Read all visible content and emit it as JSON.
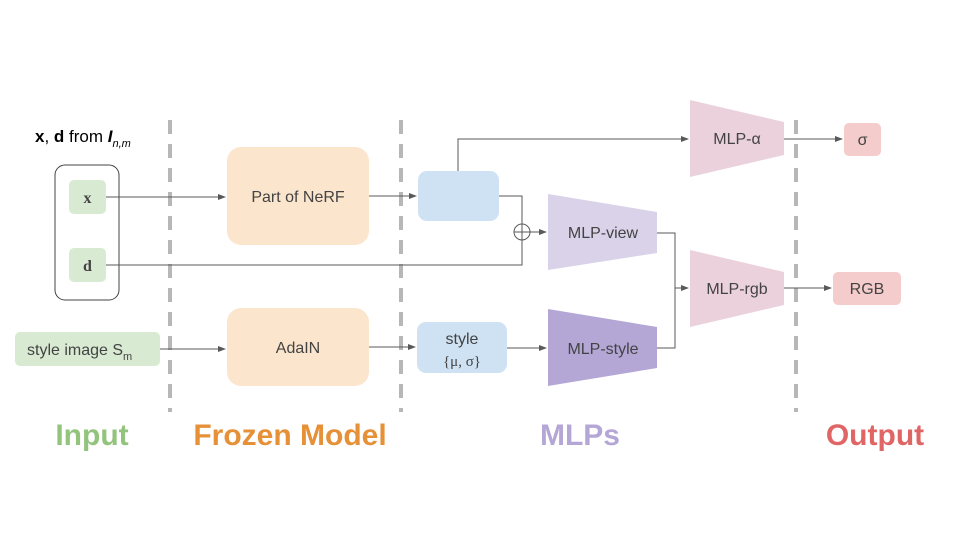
{
  "input_header": {
    "bold_x": "x",
    "sep": ", ",
    "bold_d": "d",
    "from": " from ",
    "image": "I",
    "subscript": "n,m"
  },
  "inputs": {
    "x": "x",
    "d": "d",
    "style_image": "style image S",
    "style_sub": "m"
  },
  "frozen": {
    "nerf": "Part of NeRF",
    "adain": "AdaIN"
  },
  "features": {
    "style_line1": "style",
    "style_line2": "{μ, σ}"
  },
  "mlps": {
    "alpha": "MLP-α",
    "view": "MLP-view",
    "style": "MLP-style",
    "rgb": "MLP-rgb"
  },
  "outputs": {
    "sigma": "σ",
    "rgb": "RGB"
  },
  "sections": {
    "input": "Input",
    "frozen": "Frozen Model",
    "mlps": "MLPs",
    "output": "Output"
  },
  "colors": {
    "input": "#93c47d",
    "frozen": "#e69138",
    "mlps": "#b4a7d6",
    "output": "#e06666"
  }
}
